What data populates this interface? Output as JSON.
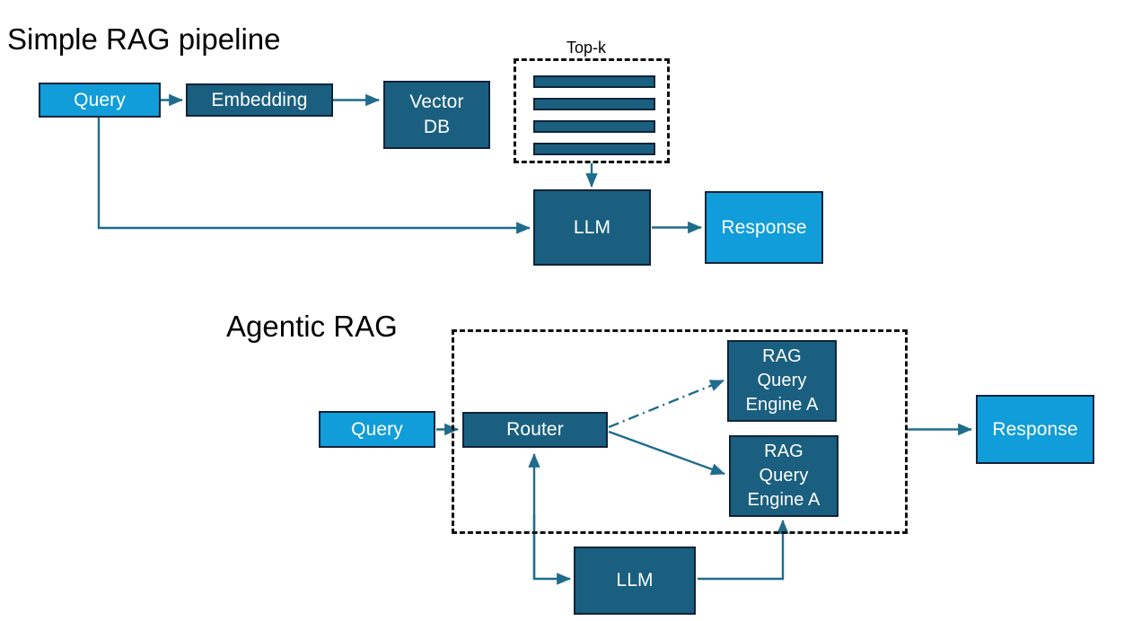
{
  "diagram": {
    "background": "#ffffff",
    "colors": {
      "light_blue": "#119DD9",
      "dark_blue": "#1A5F7F",
      "box_border": "#10243A",
      "connector": "#1F6C8C",
      "dashed_border": "#111111",
      "text_on_box": "#ffffff",
      "title_text": "#000000"
    },
    "sections": [
      {
        "id": "simple-rag",
        "title": "Simple RAG pipeline"
      },
      {
        "id": "agentic-rag",
        "title": "Agentic RAG"
      }
    ]
  },
  "simple_rag": {
    "title": "Simple RAG pipeline",
    "nodes": {
      "query": {
        "label": "Query",
        "style": "light"
      },
      "embedding": {
        "label": "Embedding",
        "style": "dark"
      },
      "vector_db": {
        "label": "Vector\nDB",
        "line1": "Vector",
        "line2": "DB",
        "style": "dark"
      },
      "llm": {
        "label": "LLM",
        "style": "dark"
      },
      "response": {
        "label": "Response",
        "style": "light"
      }
    },
    "topk": {
      "caption": "Top-k",
      "bar_count": 4
    },
    "edges": [
      {
        "from": "query",
        "to": "embedding",
        "style": "solid"
      },
      {
        "from": "embedding",
        "to": "vector_db",
        "style": "solid"
      },
      {
        "from": "vector_db",
        "to": "topk",
        "style": "implicit"
      },
      {
        "from": "topk",
        "to": "llm",
        "style": "solid"
      },
      {
        "from": "query",
        "to": "llm",
        "style": "solid"
      },
      {
        "from": "llm",
        "to": "response",
        "style": "solid"
      }
    ]
  },
  "agentic_rag": {
    "title": "Agentic RAG",
    "nodes": {
      "query": {
        "label": "Query",
        "style": "light"
      },
      "router": {
        "label": "Router",
        "style": "dark"
      },
      "engine_a_top": {
        "line1": "RAG",
        "line2": "Query",
        "line3": "Engine A",
        "style": "dark"
      },
      "engine_a_bottom": {
        "line1": "RAG",
        "line2": "Query",
        "line3": "Engine A",
        "style": "dark"
      },
      "llm": {
        "label": "LLM",
        "style": "dark"
      },
      "response": {
        "label": "Response",
        "style": "light"
      }
    },
    "edges": [
      {
        "from": "query",
        "to": "router",
        "style": "solid"
      },
      {
        "from": "router",
        "to": "engine_a_top",
        "style": "dash-dot"
      },
      {
        "from": "router",
        "to": "engine_a_bottom",
        "style": "solid"
      },
      {
        "from": "engine_a_bottom",
        "to": "llm",
        "style": "solid"
      },
      {
        "from": "llm",
        "to": "router",
        "style": "solid"
      },
      {
        "from": "group",
        "to": "response",
        "style": "solid"
      }
    ]
  }
}
